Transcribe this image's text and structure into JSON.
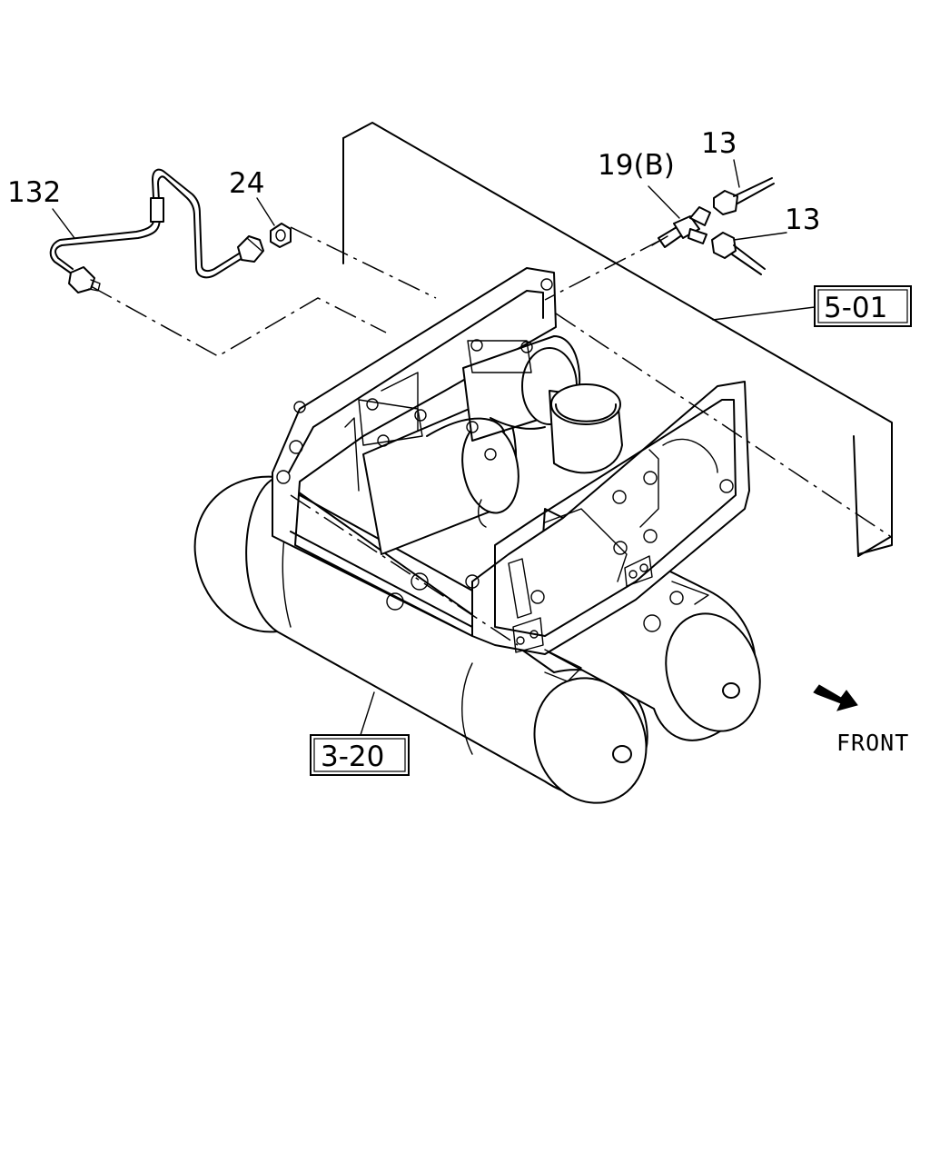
{
  "labels": {
    "p132": "132",
    "p24": "24",
    "p19b": "19(B)",
    "p13a": "13",
    "p13b": "13",
    "ref501": "5-01",
    "ref320": "3-20",
    "front": "FRONT"
  },
  "icons": {
    "front_arrow": "front-arrow-icon"
  }
}
